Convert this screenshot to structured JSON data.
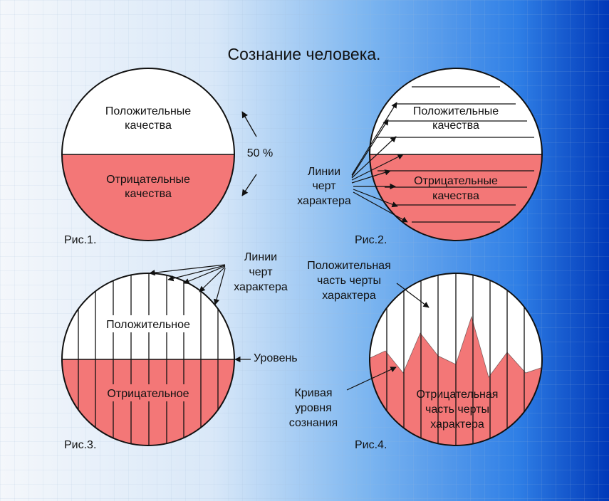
{
  "title": "Сознание человека.",
  "colors": {
    "negative": "#f37777",
    "positive": "#ffffff",
    "outline": "#111111",
    "bg_light": "#f2f6fb",
    "bg_dark": "#0046c8"
  },
  "fig1": {
    "positive": [
      "Положительные",
      "качества"
    ],
    "negative": [
      "Отрицательные",
      "качества"
    ],
    "percent": "50 %",
    "caption": "Рис.1."
  },
  "fig2": {
    "positive": [
      "Положительные",
      "качества"
    ],
    "negative": [
      "Отрицательные",
      "качества"
    ],
    "callout": [
      "Линии",
      "черт",
      "характера"
    ],
    "caption": "Рис.2."
  },
  "fig3": {
    "positive": "Положительное",
    "negative": "Отрицательное",
    "callout": [
      "Линии",
      "черт",
      "характера"
    ],
    "level": "Уровень",
    "caption": "Рис.3."
  },
  "fig4": {
    "positive_callout": [
      "Положительная",
      "часть черты",
      "характера"
    ],
    "negative": [
      "Отрицательная",
      "часть черты",
      "характера"
    ],
    "curve_callout": [
      "Кривая",
      "уровня",
      "сознания"
    ],
    "caption": "Рис.4."
  }
}
